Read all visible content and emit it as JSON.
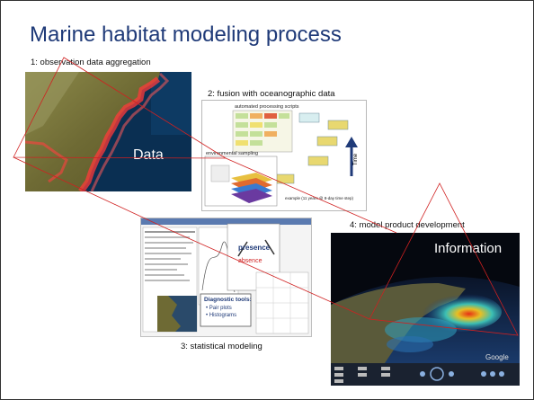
{
  "slide": {
    "title": "Marine habitat modeling process"
  },
  "steps": [
    {
      "caption": "1: observation data aggregation",
      "panel_label": "Data"
    },
    {
      "caption": "2: fusion with oceanographic data",
      "header": "automated processing scripts",
      "sub_label": "environmental sampling",
      "time_label": "Time",
      "example_label": "example (11 years @ 8-day time step)"
    },
    {
      "caption": "3: statistical modeling",
      "presence_label": "presence",
      "absence_label": "absence",
      "diagnostic_title": "Diagnostic tools:",
      "diagnostic_items": [
        "• Pair plots",
        "• Histograms"
      ]
    },
    {
      "caption": "4: model product development",
      "panel_label": "Information",
      "watermark": "Google"
    }
  ],
  "colors": {
    "title": "#1f3a78",
    "arrows": "#d02020",
    "ocean": "#0a2f52",
    "land": "#7a7a3a"
  }
}
